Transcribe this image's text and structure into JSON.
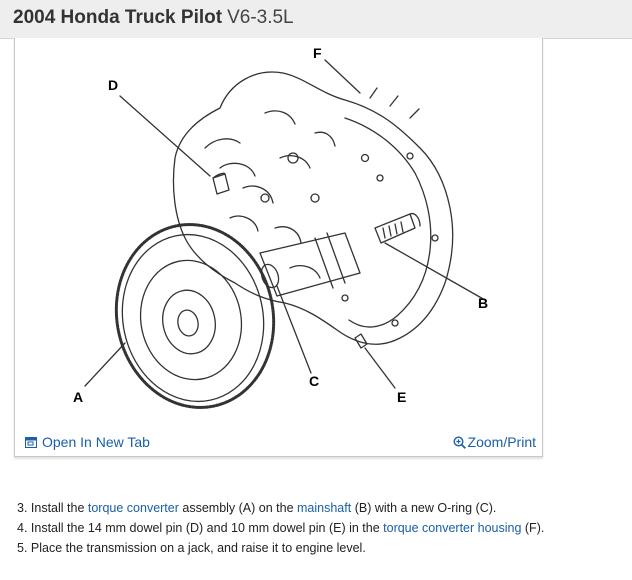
{
  "header": {
    "title": "2004 Honda Truck Pilot",
    "engine": "V6-3.5L"
  },
  "figure": {
    "callouts": {
      "a": "A",
      "b": "B",
      "c": "C",
      "d": "D",
      "e": "E",
      "f": "F"
    }
  },
  "footer": {
    "open_tab": "Open In New Tab",
    "zoom_print": "Zoom/Print"
  },
  "steps": [
    {
      "pre": "3. Install the ",
      "l1": "torque converter",
      "mid": " assembly (A) on the ",
      "l2": "mainshaft",
      "post": " (B) with a new O-ring (C)."
    },
    {
      "pre": "4. Install the 14 mm dowel pin (D) and 10 mm dowel pin (E) in the ",
      "l1": "torque converter housing",
      "post": " (F)."
    },
    {
      "pre": "5. Place the transmission on a jack, and raise it to engine level."
    }
  ],
  "colors": {
    "link": "#1a5fa8",
    "header_bg": "#eeeeee"
  }
}
